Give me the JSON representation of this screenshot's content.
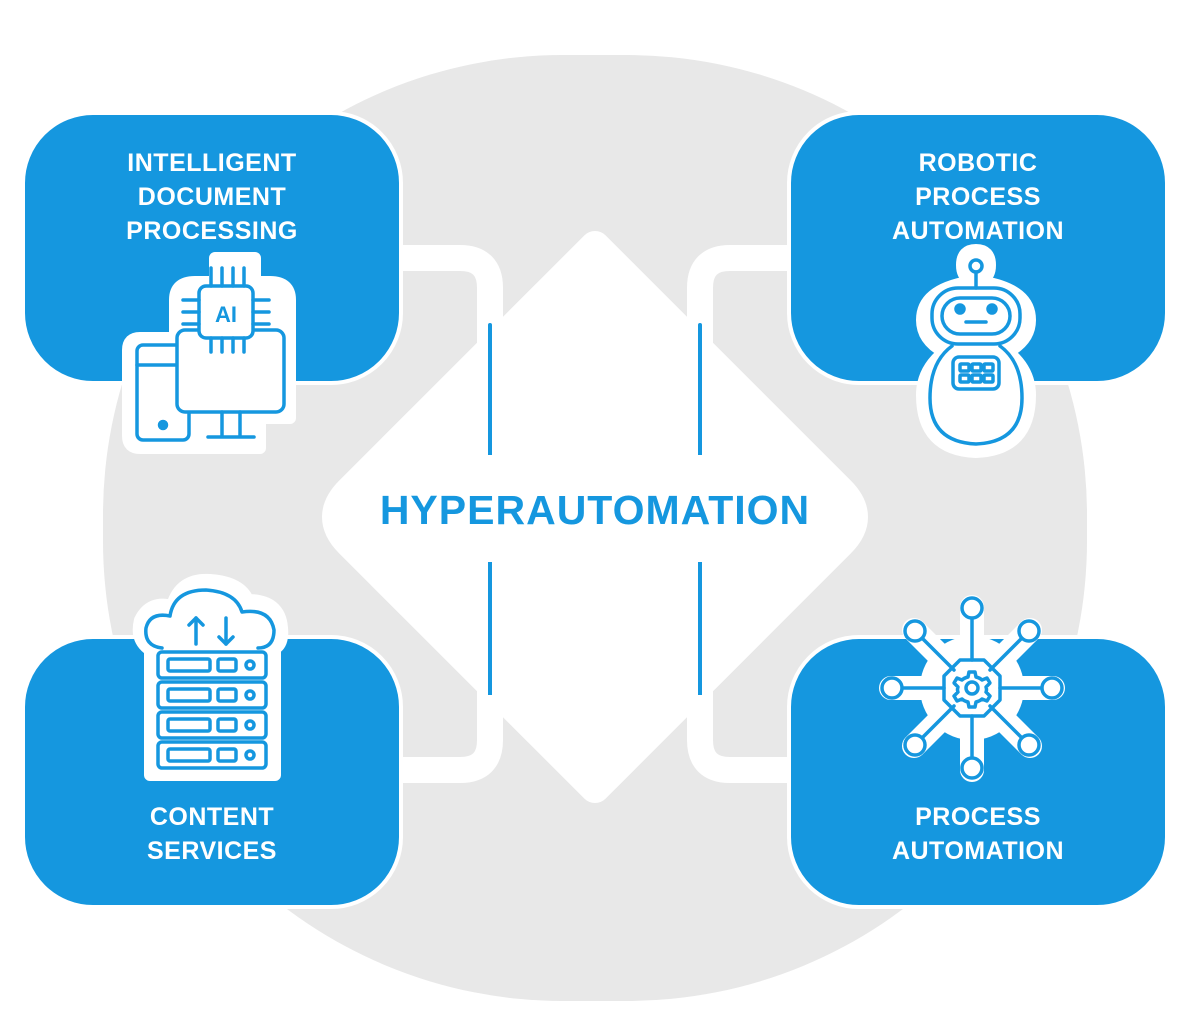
{
  "center": {
    "title": "HYPERAUTOMATION"
  },
  "boxes": {
    "idp": {
      "lines": [
        "INTELLIGENT",
        "DOCUMENT",
        "PROCESSING"
      ],
      "icon": "ai-computer-icon",
      "icon_text": "AI"
    },
    "rpa": {
      "lines": [
        "ROBOTIC",
        "PROCESS",
        "AUTOMATION"
      ],
      "icon": "robot-icon"
    },
    "content": {
      "lines": [
        "CONTENT",
        "SERVICES"
      ],
      "icon": "cloud-server-icon"
    },
    "process": {
      "lines": [
        "PROCESS",
        "AUTOMATION"
      ],
      "icon": "gear-network-icon"
    }
  },
  "colors": {
    "accent": "#1597df",
    "ring": "#e8e8e8",
    "background": "#ffffff",
    "icon_bg": "#ffffff"
  }
}
